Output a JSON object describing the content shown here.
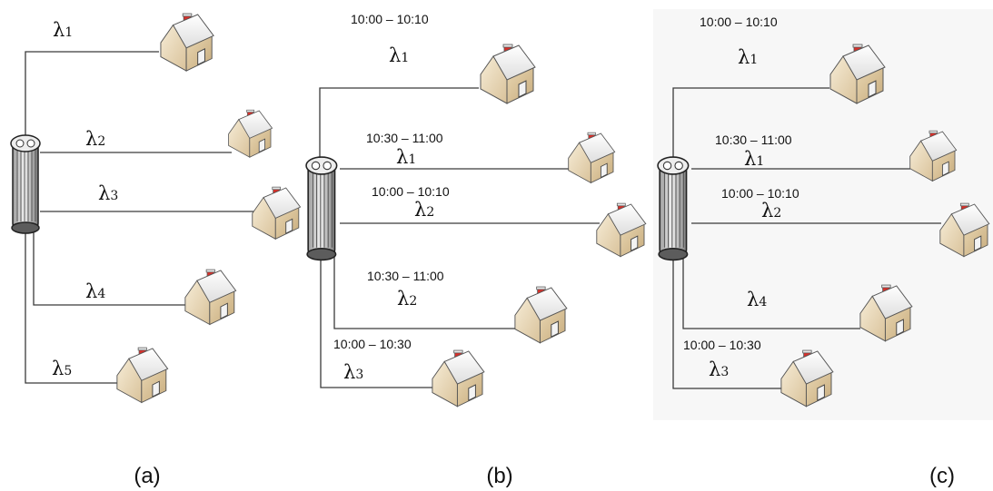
{
  "panels": [
    {
      "id": "a",
      "caption": "(a)",
      "links": [
        {
          "lambda": "λ",
          "sub": "1"
        },
        {
          "lambda": "λ",
          "sub": "2"
        },
        {
          "lambda": "λ",
          "sub": "3"
        },
        {
          "lambda": "λ",
          "sub": "4"
        },
        {
          "lambda": "λ",
          "sub": "5"
        }
      ]
    },
    {
      "id": "b",
      "caption": "(b)",
      "links": [
        {
          "time": "10:00 – 10:10",
          "lambda": "λ",
          "sub": "1"
        },
        {
          "time": "10:30 – 11:00",
          "lambda": "λ",
          "sub": "1"
        },
        {
          "time": "10:00 – 10:10",
          "lambda": "λ",
          "sub": "2"
        },
        {
          "time": "10:30 – 11:00",
          "lambda": "λ",
          "sub": "2"
        },
        {
          "time": "10:00 – 10:30",
          "lambda": "λ",
          "sub": "3"
        }
      ]
    },
    {
      "id": "c",
      "caption": "(c)",
      "links": [
        {
          "time": "10:00 – 10:10",
          "lambda": "λ",
          "sub": "1"
        },
        {
          "time": "10:30 – 11:00",
          "lambda": "λ",
          "sub": "1"
        },
        {
          "time": "10:00 – 10:10",
          "lambda": "λ",
          "sub": "2"
        },
        {
          "lambda": "λ",
          "sub": "4"
        },
        {
          "time": "10:00 – 10:30",
          "lambda": "λ",
          "sub": "3"
        }
      ]
    }
  ]
}
